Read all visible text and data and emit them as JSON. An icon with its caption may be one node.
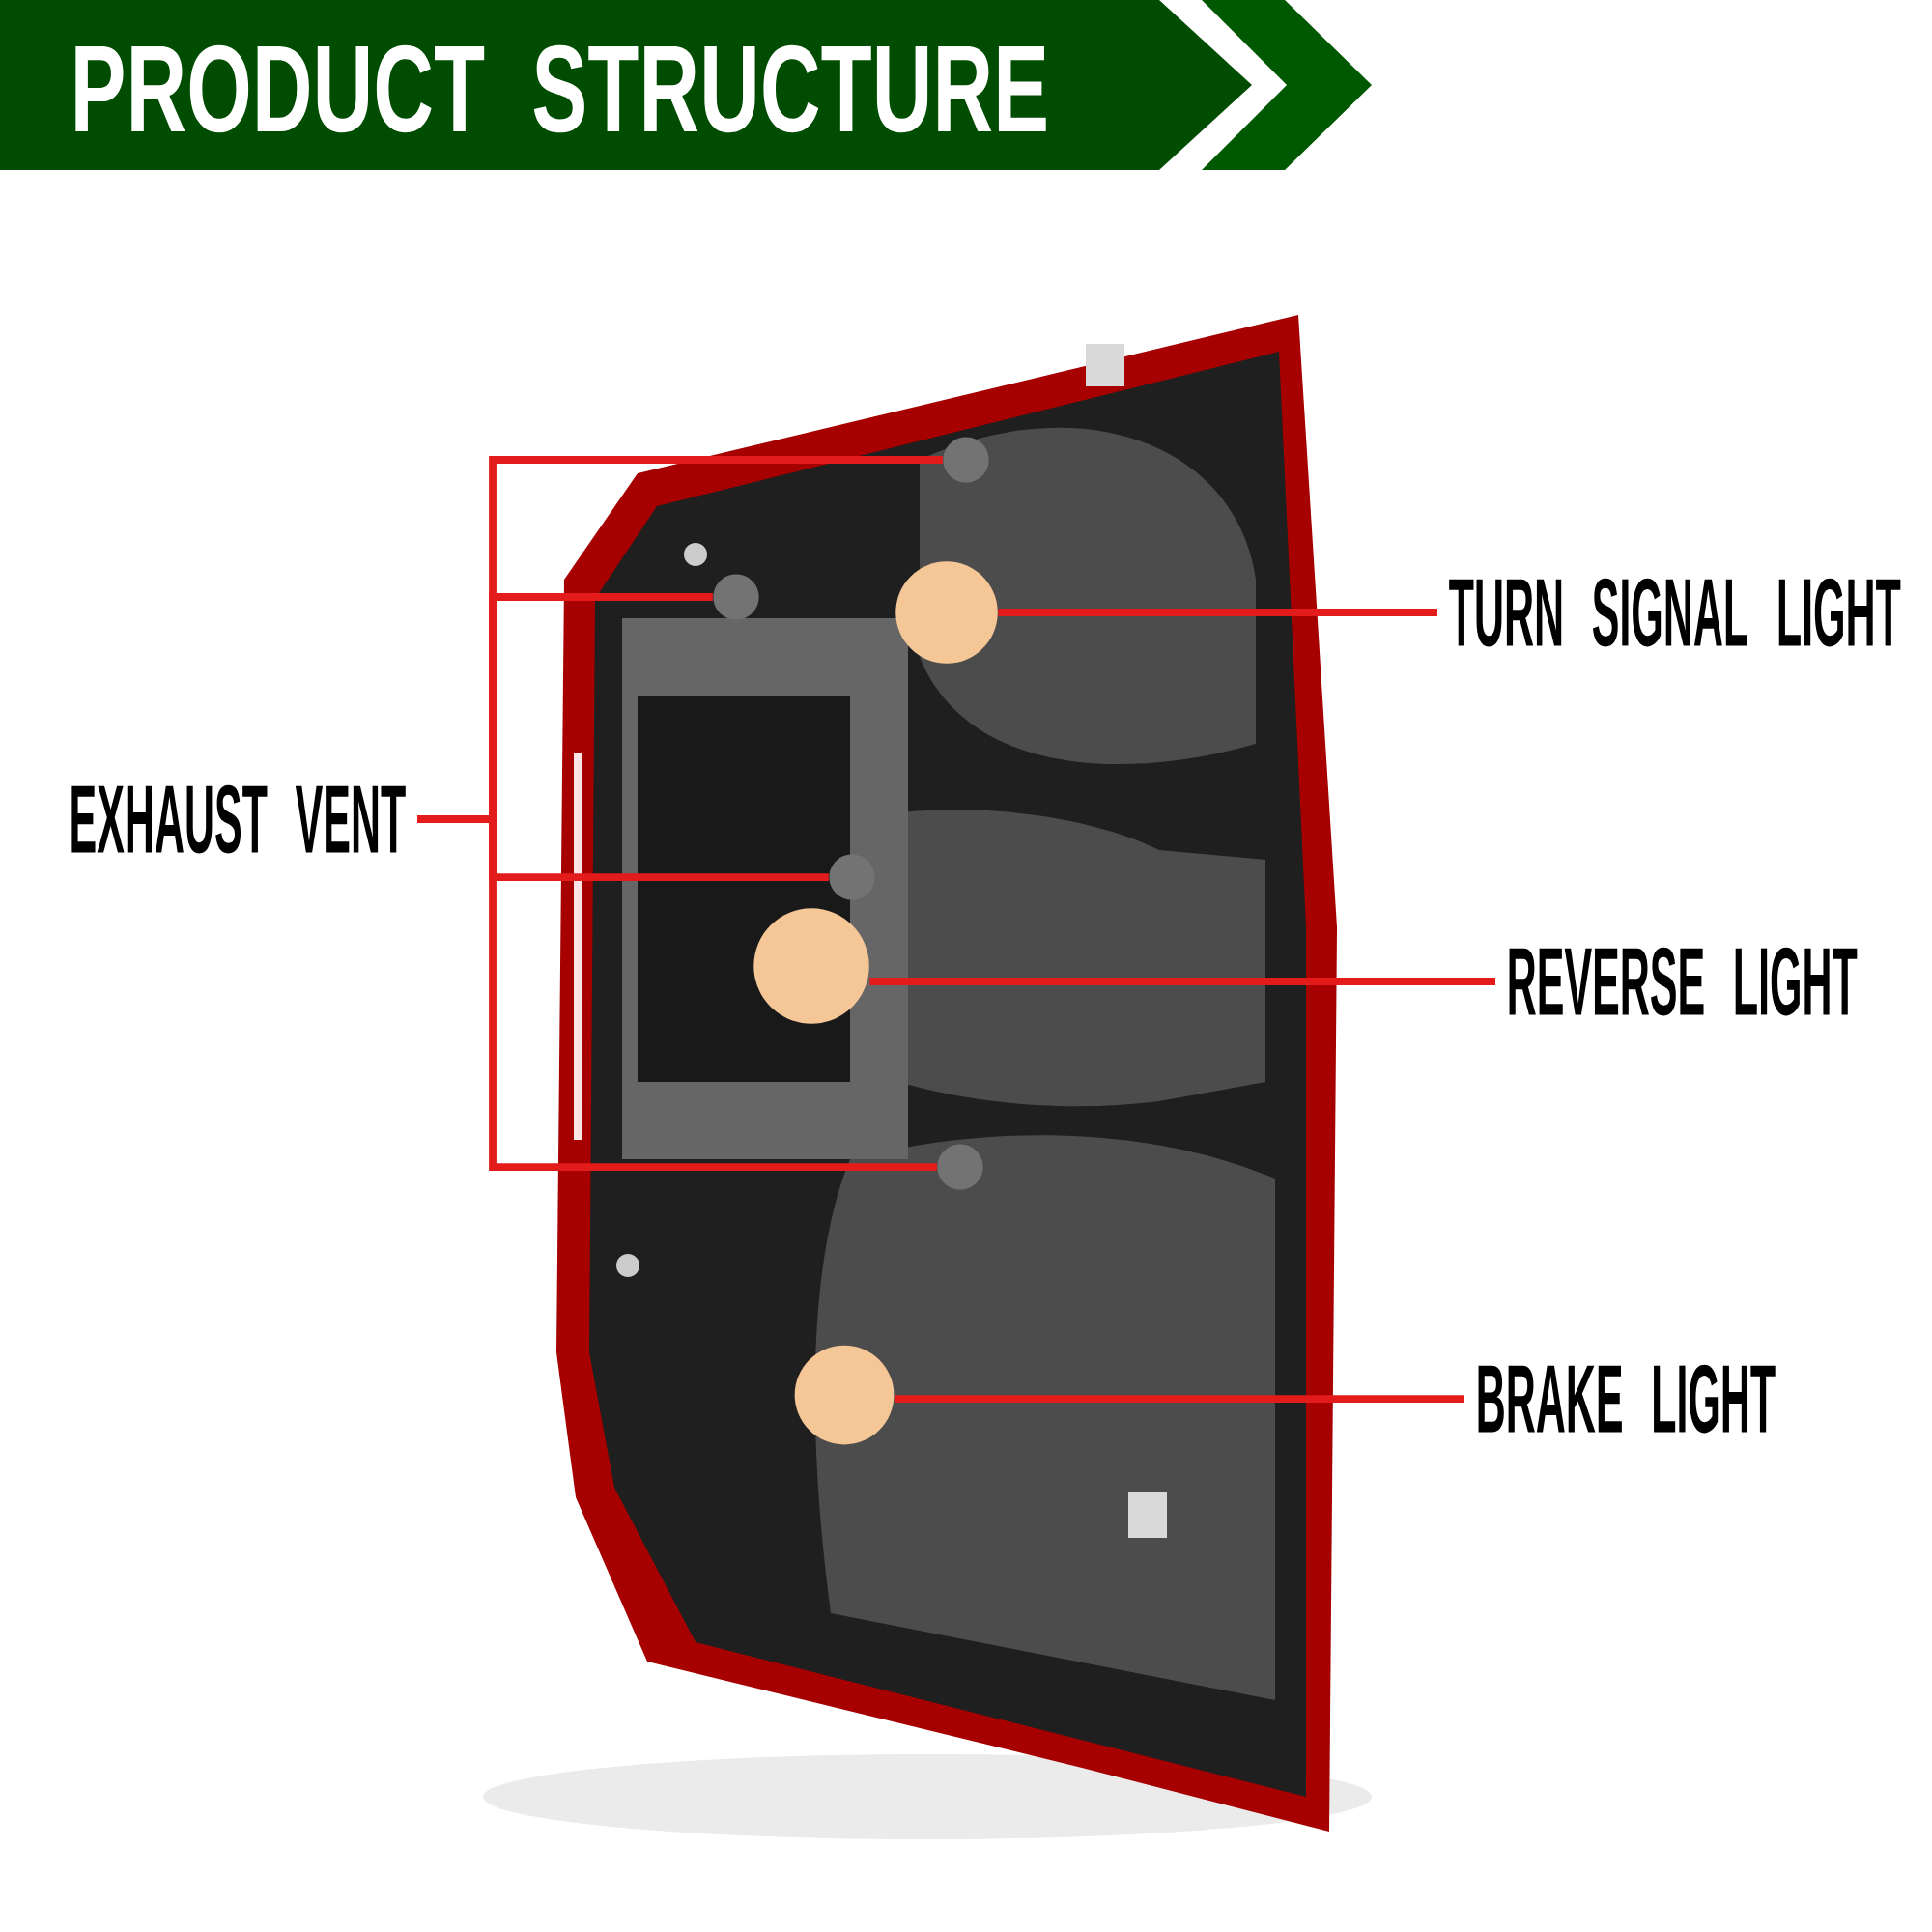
{
  "diagram": {
    "title": "PRODUCT STRUCTURE",
    "nodes": [
      {
        "text": [
          "EXHAUST VENT"
        ]
      },
      {
        "text": [
          "TURN SIGNAL LIGHT"
        ]
      },
      {
        "text": [
          "REVERSE LIGHT"
        ]
      },
      {
        "text": [
          "BRAKE LIGHT"
        ]
      },
      {
        "text": [],
        "shape": "circle"
      },
      {
        "text": [],
        "shape": "circle"
      },
      {
        "text": [],
        "shape": "circle"
      },
      {
        "text": [],
        "shape": "circle"
      },
      {
        "text": [],
        "shape": "circle"
      },
      {
        "text": [],
        "shape": "circle"
      },
      {
        "text": [],
        "shape": "circle"
      }
    ],
    "edges": [
      {
        "from": 0,
        "to": 4,
        "arrow": "none"
      },
      {
        "from": 0,
        "to": 5,
        "arrow": "none"
      },
      {
        "from": 0,
        "to": 6,
        "arrow": "none"
      },
      {
        "from": 0,
        "to": 7,
        "arrow": "none"
      },
      {
        "from": 1,
        "to": 8,
        "arrow": "none"
      },
      {
        "from": 2,
        "to": 9,
        "arrow": "none"
      },
      {
        "from": 3,
        "to": 10,
        "arrow": "none"
      }
    ]
  }
}
